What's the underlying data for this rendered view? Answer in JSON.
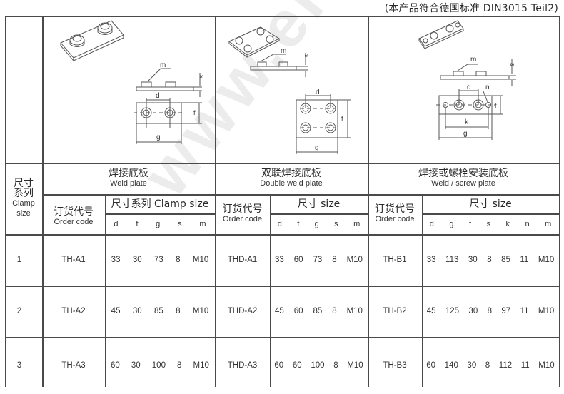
{
  "standard_note": "(本产品符合德国标准 DIN3015  Teil2)",
  "watermark": "www.ehsy.com",
  "clamp_size_header": {
    "cn1": "尺寸",
    "cn2": "系列",
    "en1": "Clamp",
    "en2": "size"
  },
  "groups": [
    {
      "title_cn": "焊接底板",
      "title_en": "Weld  plate",
      "order_code_cn": "订货代号",
      "order_code_en": "Order  code",
      "size_header": "尺寸系列  Clamp size",
      "columns": [
        "d",
        "f",
        "g",
        "s",
        "m"
      ],
      "drawing_labels": [
        "m",
        "s",
        "d",
        "f",
        "g"
      ]
    },
    {
      "title_cn": "双联焊接底板",
      "title_en": "Double  weld  plate",
      "order_code_cn": "订货代号",
      "order_code_en": "Order  code",
      "size_header": "尺寸  size",
      "columns": [
        "d",
        "f",
        "g",
        "s",
        "m"
      ],
      "drawing_labels": [
        "m",
        "s",
        "d",
        "f",
        "g"
      ]
    },
    {
      "title_cn": "焊接或螺栓安装底板",
      "title_en": "Weld / screw  plate",
      "order_code_cn": "订货代号",
      "order_code_en": "Order  code",
      "size_header": "尺寸  size",
      "columns": [
        "d",
        "g",
        "f",
        "s",
        "k",
        "n",
        "m"
      ],
      "drawing_labels": [
        "m",
        "s",
        "d",
        "n",
        "f",
        "k",
        "g"
      ]
    }
  ],
  "rows": [
    {
      "clamp_size": "1",
      "weld": {
        "code": "TH-A1",
        "vals": [
          "33",
          "30",
          "73",
          "8",
          "M10"
        ]
      },
      "double": {
        "code": "THD-A1",
        "vals": [
          "33",
          "60",
          "73",
          "8",
          "M10"
        ]
      },
      "screw": {
        "code": "TH-B1",
        "vals": [
          "33",
          "113",
          "30",
          "8",
          "85",
          "11",
          "M10"
        ]
      }
    },
    {
      "clamp_size": "2",
      "weld": {
        "code": "TH-A2",
        "vals": [
          "45",
          "30",
          "85",
          "8",
          "M10"
        ]
      },
      "double": {
        "code": "THD-A2",
        "vals": [
          "45",
          "60",
          "85",
          "8",
          "M10"
        ]
      },
      "screw": {
        "code": "TH-B2",
        "vals": [
          "45",
          "125",
          "30",
          "8",
          "97",
          "11",
          "M10"
        ]
      }
    },
    {
      "clamp_size": "3",
      "weld": {
        "code": "TH-A3",
        "vals": [
          "60",
          "30",
          "100",
          "8",
          "M10"
        ]
      },
      "double": {
        "code": "THD-A3",
        "vals": [
          "60",
          "60",
          "100",
          "8",
          "M10"
        ]
      },
      "screw": {
        "code": "TH-B3",
        "vals": [
          "60",
          "140",
          "30",
          "8",
          "112",
          "11",
          "M10"
        ]
      }
    }
  ]
}
